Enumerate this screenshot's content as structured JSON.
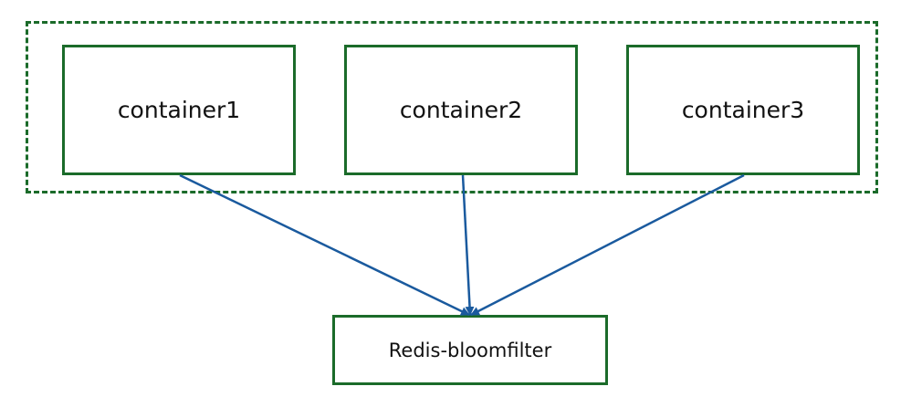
{
  "diagram": {
    "colors": {
      "box_border": "#1b6b2a",
      "arrow": "#1a5a9e",
      "text": "#111111"
    },
    "nodes": [
      {
        "id": "n1",
        "label": "container1"
      },
      {
        "id": "n2",
        "label": "container2"
      },
      {
        "id": "n3",
        "label": "container3"
      },
      {
        "id": "redis",
        "label": "Redis-bloomfilter"
      }
    ],
    "group": {
      "members": [
        "n1",
        "n2",
        "n3"
      ],
      "style": "dashed"
    },
    "edges": [
      {
        "from": "n1",
        "to": "redis"
      },
      {
        "from": "n2",
        "to": "redis"
      },
      {
        "from": "n3",
        "to": "redis"
      }
    ]
  }
}
